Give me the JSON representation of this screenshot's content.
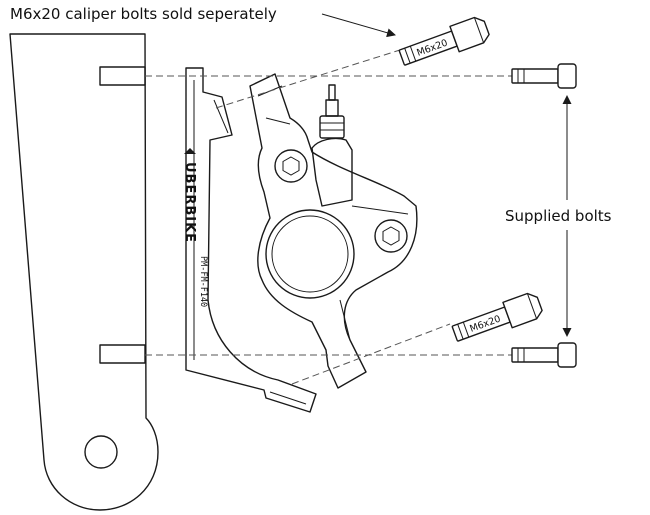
{
  "labels": {
    "title_callout": "M6x20 caliper bolts sold seperately",
    "supplied_callout": "Supplied bolts",
    "bolt_marking_top": "M6x20",
    "bolt_marking_bottom": "M6x20",
    "brand": "UBERBIKE",
    "part_number": "PM-FM-F140"
  },
  "colors": {
    "line": "#1a1a1a",
    "dash": "#555555",
    "background": "#ffffff"
  }
}
